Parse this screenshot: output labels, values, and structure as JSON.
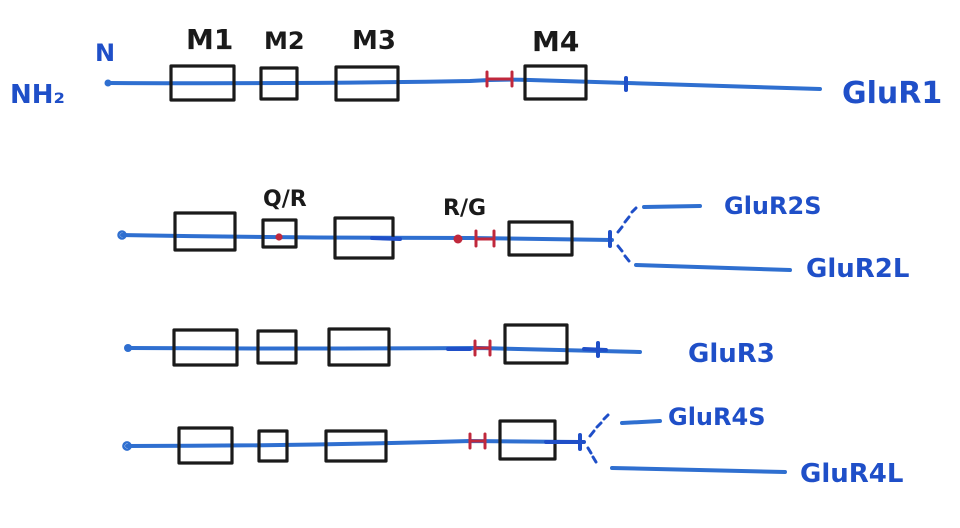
{
  "labels": {
    "nh2": "NH₂",
    "n": "N",
    "m1": "M1",
    "m2": "M2",
    "m3": "M3",
    "m4": "M4",
    "qr": "Q/R",
    "rg": "R/G",
    "glur1": "GluR1",
    "glur2s": "GluR2S",
    "glur2l": "GluR2L",
    "glur3": "GluR3",
    "glur4s": "GluR4S",
    "glur4l": "GluR4L"
  },
  "colors": {
    "backbone": "#2f6fd0",
    "box": "#1a1a1a",
    "site": "#c0283c",
    "label_blue": "#1f4fc8"
  }
}
